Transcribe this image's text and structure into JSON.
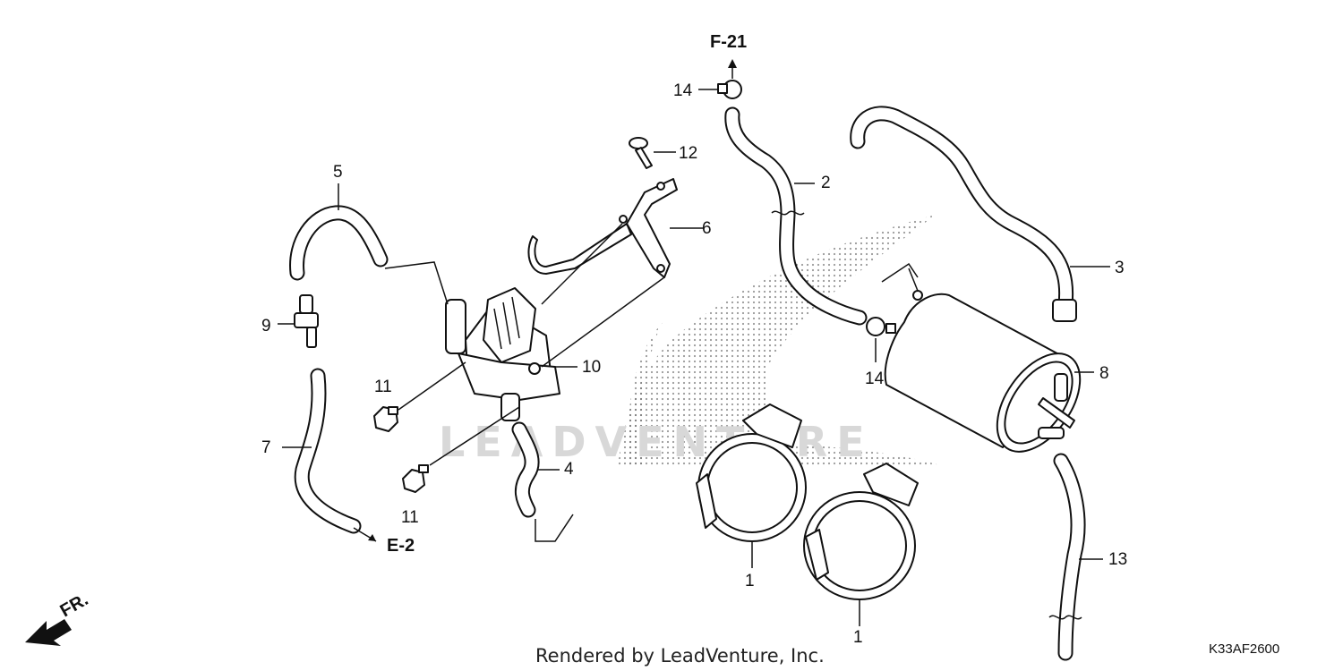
{
  "diagram_code": "K33AF2600",
  "credit": "Rendered by LeadVenture, Inc.",
  "watermark": "LEADVENTURE",
  "direction": {
    "text": "FR."
  },
  "references": [
    {
      "id": "ref-f21",
      "text": "F-21"
    },
    {
      "id": "ref-e2",
      "text": "E-2"
    }
  ],
  "callouts": [
    {
      "id": "c1a",
      "text": "1"
    },
    {
      "id": "c1b",
      "text": "1"
    },
    {
      "id": "c2",
      "text": "2"
    },
    {
      "id": "c3",
      "text": "3"
    },
    {
      "id": "c4",
      "text": "4"
    },
    {
      "id": "c5",
      "text": "5"
    },
    {
      "id": "c6",
      "text": "6"
    },
    {
      "id": "c7",
      "text": "7"
    },
    {
      "id": "c8",
      "text": "8"
    },
    {
      "id": "c9",
      "text": "9"
    },
    {
      "id": "c10",
      "text": "10"
    },
    {
      "id": "c11a",
      "text": "11"
    },
    {
      "id": "c11b",
      "text": "11"
    },
    {
      "id": "c12",
      "text": "12"
    },
    {
      "id": "c13",
      "text": "13"
    },
    {
      "id": "c14a",
      "text": "14"
    },
    {
      "id": "c14b",
      "text": "14"
    }
  ]
}
